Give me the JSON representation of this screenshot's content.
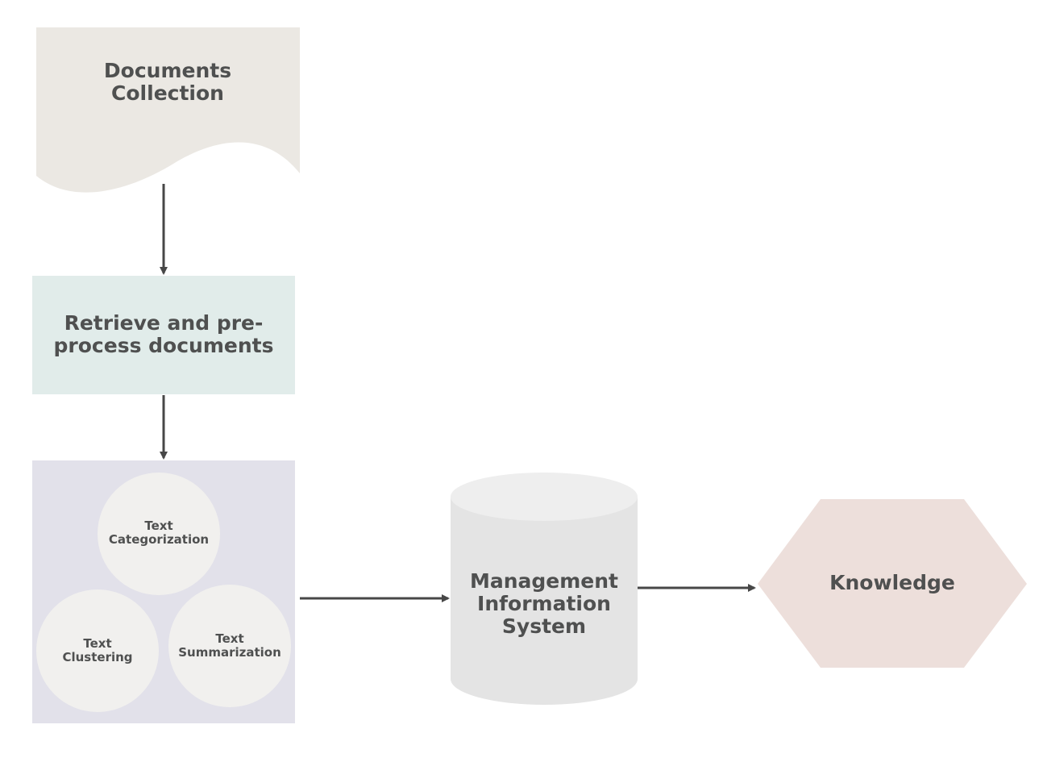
{
  "nodes": {
    "documents": {
      "line1": "Documents",
      "line2": "Collection"
    },
    "retrieve": {
      "line1": "Retrieve and pre-",
      "line2": "process documents"
    },
    "categorization": {
      "line1": "Text",
      "line2": "Categorization"
    },
    "clustering": {
      "line1": "Text",
      "line2": "Clustering"
    },
    "summarization": {
      "line1": "Text",
      "line2": "Summarization"
    },
    "mis": {
      "line1": "Management",
      "line2": "Information",
      "line3": "System"
    },
    "knowledge": {
      "label": "Knowledge"
    }
  },
  "colors": {
    "document_fill": "#ebe8e3",
    "process_fill": "#e1ecea",
    "mining_fill": "#e2e1ea",
    "circle_fill": "#f1f0ee",
    "database_fill": "#e4e4e4",
    "database_top": "#eeeeee",
    "knowledge_fill": "#eddfdb",
    "arrow": "#474747",
    "text": "#4f5050"
  }
}
